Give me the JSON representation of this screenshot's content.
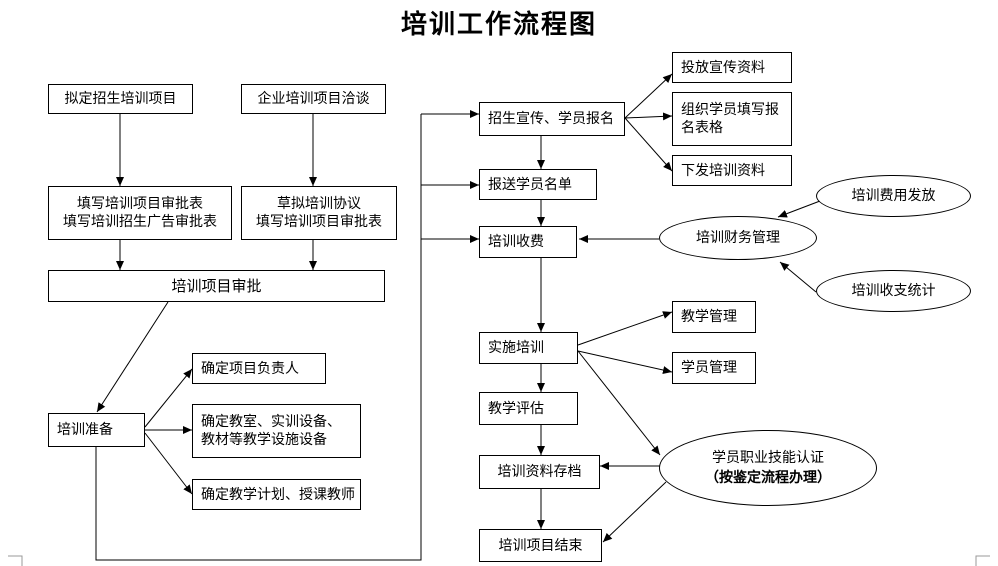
{
  "title": "培训工作流程图",
  "nodes": {
    "n_plan": "拟定招生培训项目",
    "n_enterprise": "企业培训项目洽谈",
    "n_fill1": "填写培训项目审批表",
    "n_fill2": "填写培训招生广告审批表",
    "n_draft1": "草拟培训协议",
    "n_draft2": "填写培训项目审批表",
    "n_approve": "培训项目审批",
    "n_prep": "培训准备",
    "n_leader": "确定项目负责人",
    "n_room": "确定教室、实训设备、教材等教学设施设备",
    "n_teacher": "确定教学计划、授课教师",
    "n_promo": "招生宣传、学员报名",
    "n_material": "投放宣传资料",
    "n_form": "组织学员填写报名表格",
    "n_issue": "下发培训资料",
    "n_list": "报送学员名单",
    "n_fee": "培训收费",
    "n_finance": "培训财务管理",
    "n_pay": "培训费用发放",
    "n_stat": "培训收支统计",
    "n_impl": "实施培训",
    "n_teach": "教学管理",
    "n_student": "学员管理",
    "n_eval": "教学评估",
    "n_archive": "培训资料存档",
    "n_end": "培训项目结束",
    "n_cert1": "学员职业技能认证",
    "n_cert2": "（按鉴定流程办理）"
  }
}
